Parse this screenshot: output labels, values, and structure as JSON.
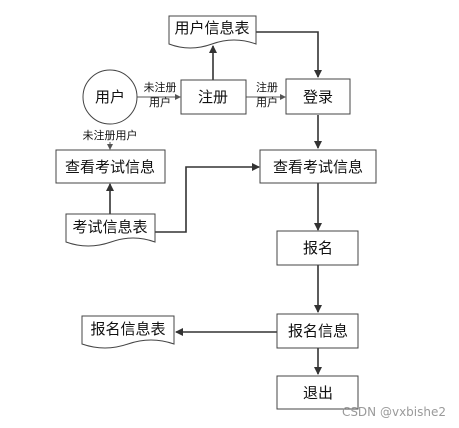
{
  "nodes": {
    "user": "用户",
    "register": "注册",
    "login": "登录",
    "user_info_table": "用户信息表",
    "view_exam_left": "查看考试信息",
    "view_exam_right": "查看考试信息",
    "exam_info_table": "考试信息表",
    "apply": "报名",
    "apply_info": "报名信息",
    "apply_info_table": "报名信息表",
    "logout": "退出"
  },
  "edges": {
    "user_to_register_line1": "未注册",
    "user_to_register_line2": "用户",
    "register_to_login_line1": "注册",
    "register_to_login_line2": "用户",
    "user_to_view": "未注册用户"
  },
  "watermark": "CSDN @vxbishe2"
}
